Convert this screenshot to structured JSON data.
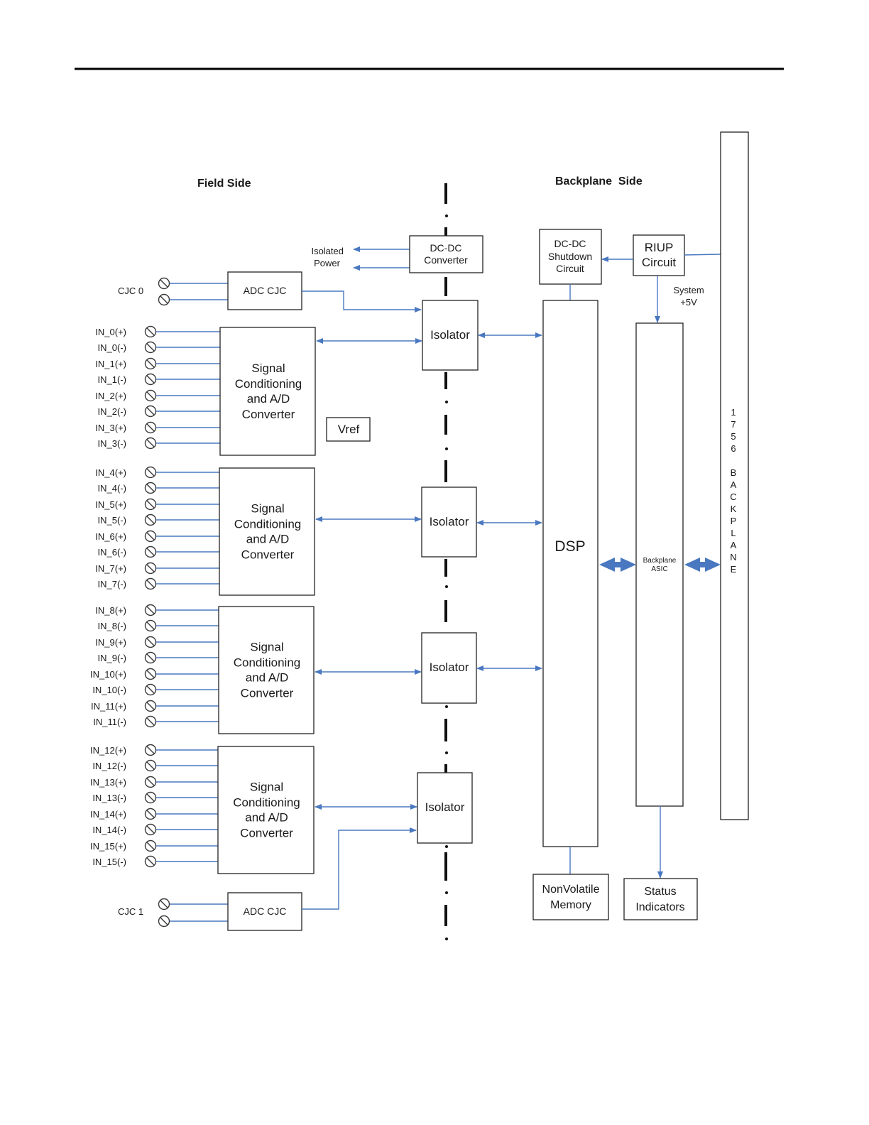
{
  "headings": {
    "field_side": "Field Side",
    "backplane_side": "Backplane  Side"
  },
  "isolated_power": [
    "Isolated",
    "Power"
  ],
  "dcdc_converter": [
    "DC-DC",
    "Converter"
  ],
  "dcdc_shutdown": [
    "DC-DC",
    "Shutdown",
    "Circuit"
  ],
  "riup": [
    "RIUP",
    "Circuit"
  ],
  "system_5v": [
    "System",
    "+5V"
  ],
  "cjc0": {
    "label": "CJC 0",
    "adc": "ADC CJC"
  },
  "cjc1": {
    "label": "CJC 1",
    "adc": "ADC CJC"
  },
  "signal_block": [
    "Signal",
    "Conditioning",
    "and A/D",
    "Converter"
  ],
  "vref": "Vref",
  "isolator": "Isolator",
  "dsp": "DSP",
  "backplane_asic": [
    "Backplane",
    "ASIC"
  ],
  "backplane_bus": "1756 BACKPLANE",
  "nonvolatile_memory": [
    "NonVolatile",
    "Memory"
  ],
  "status_indicators": [
    "Status",
    "Indicators"
  ],
  "channel_groups": [
    [
      "IN_0(+)",
      "IN_0(-)",
      "IN_1(+)",
      "IN_1(-)",
      "IN_2(+)",
      "IN_2(-)",
      "IN_3(+)",
      "IN_3(-)"
    ],
    [
      "IN_4(+)",
      "IN_4(-)",
      "IN_5(+)",
      "IN_5(-)",
      "IN_6(+)",
      "IN_6(-)",
      "IN_7(+)",
      "IN_7(-)"
    ],
    [
      "IN_8(+)",
      "IN_8(-)",
      "IN_9(+)",
      "IN_9(-)",
      "IN_10(+)",
      "IN_10(-)",
      "IN_11(+)",
      "IN_11(-)"
    ],
    [
      "IN_12(+)",
      "IN_12(-)",
      "IN_13(+)",
      "IN_13(-)",
      "IN_14(+)",
      "IN_14(-)",
      "IN_15(+)",
      "IN_15(-)"
    ]
  ],
  "colors": {
    "connector": "#4a78c0",
    "outline": "#222222",
    "text": "#1a1a1a"
  }
}
